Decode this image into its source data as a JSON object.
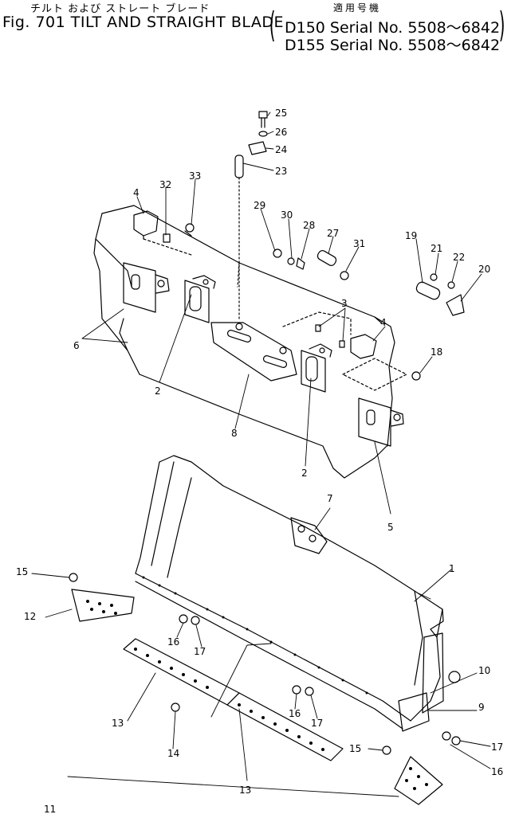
{
  "header": {
    "jp_title": "チルト および ストレート ブレード",
    "fig_title": "Fig. 701 TILT AND STRAIGHT BLADE",
    "applicable_jp": "適用号機",
    "serial_1": "D150 Serial No. 5508～6842",
    "serial_2": "D155 Serial No. 5508～6842"
  },
  "callouts": [
    "1",
    "2",
    "2",
    "3",
    "4",
    "4",
    "5",
    "6",
    "7",
    "8",
    "9",
    "10",
    "11",
    "12",
    "13",
    "13",
    "14",
    "15",
    "15",
    "16",
    "16",
    "16",
    "17",
    "17",
    "17",
    "18",
    "19",
    "20",
    "21",
    "22",
    "23",
    "24",
    "25",
    "26",
    "27",
    "28",
    "29",
    "30",
    "31",
    "32",
    "33"
  ]
}
